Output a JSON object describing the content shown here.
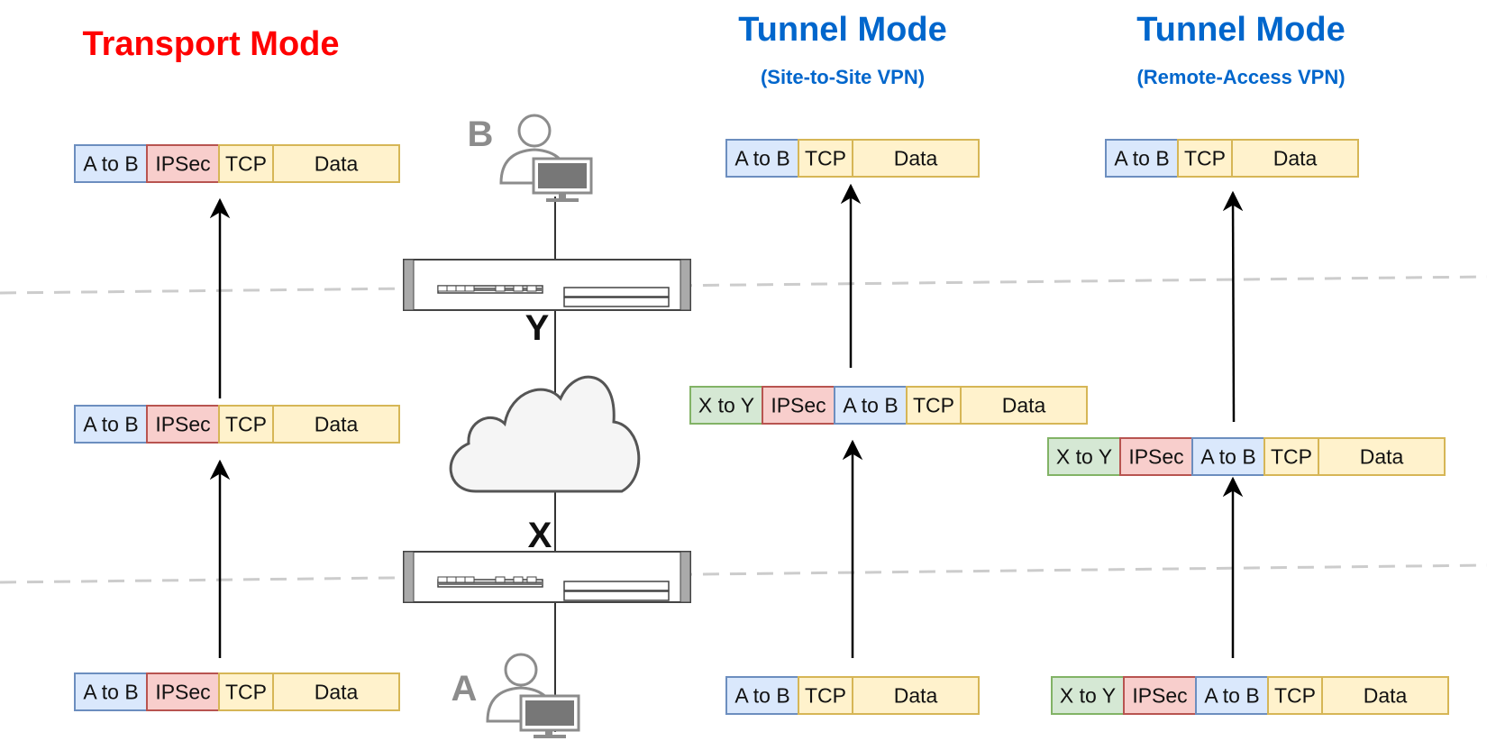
{
  "titles": {
    "transport": "Transport Mode",
    "tunnel_site": "Tunnel Mode",
    "tunnel_site_sub": "(Site-to-Site VPN)",
    "tunnel_remote": "Tunnel Mode",
    "tunnel_remote_sub": "(Remote-Access VPN)"
  },
  "labels": {
    "host_a": "A",
    "host_b": "B",
    "router_x": "X",
    "router_y": "Y"
  },
  "fields": {
    "ab": "A to B",
    "xy": "X to Y",
    "ipsec": "IPSec",
    "tcp": "TCP",
    "data": "Data"
  },
  "colors": {
    "transport_title": "#ff0000",
    "tunnel_title": "#0066cc",
    "ab_fill": "#dae8fc",
    "ab_stroke": "#6c8ebf",
    "xy_fill": "#d5e8d4",
    "xy_stroke": "#82b366",
    "ipsec_fill": "#f8cecc",
    "ipsec_stroke": "#b85450",
    "tcp_fill": "#fff2cc",
    "tcp_stroke": "#d6b656",
    "device": "#666666"
  }
}
